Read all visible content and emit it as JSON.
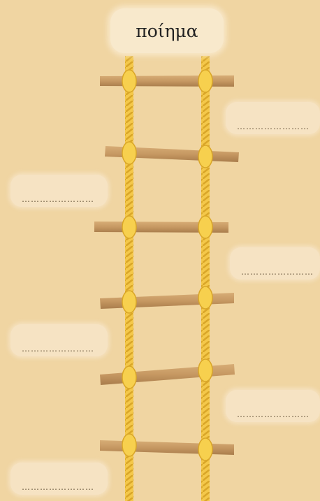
{
  "title": "ποίημα",
  "answers": [
    {
      "placeholder": "……………………",
      "side": "right"
    },
    {
      "placeholder": "……………………",
      "side": "left"
    },
    {
      "placeholder": "……………………",
      "side": "right"
    },
    {
      "placeholder": "……………………",
      "side": "left"
    },
    {
      "placeholder": "……………………",
      "side": "right"
    },
    {
      "placeholder": "……………………",
      "side": "left"
    }
  ],
  "ladder": {
    "rung_count": 6,
    "rope_color": "#f4c84a",
    "rung_color": "#c79a64"
  }
}
